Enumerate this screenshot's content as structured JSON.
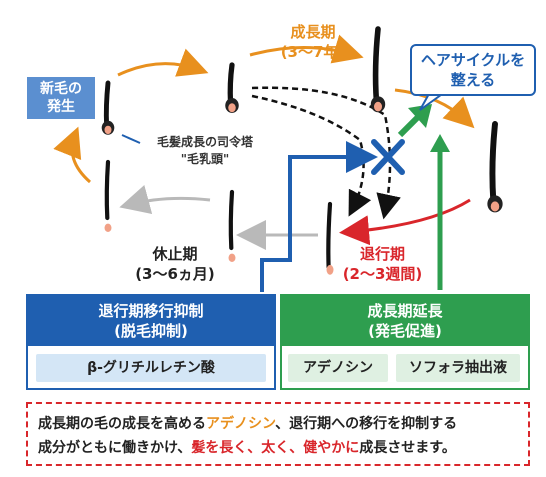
{
  "cycle": {
    "growth_phase": "成長期",
    "growth_duration": "(3〜7年)",
    "regression_phase": "退行期",
    "regression_duration": "(2〜3週間)",
    "rest_phase": "休止期",
    "rest_duration": "(3〜6ヵ月)",
    "new_hair_line1": "新毛の",
    "new_hair_line2": "発生",
    "papilla_line1": "毛髪成長の司令塔",
    "papilla_line2": "\"毛乳頭\"",
    "bubble_line1": "ヘアサイクルを",
    "bubble_line2": "整える"
  },
  "panels": {
    "left": {
      "title_line1": "退行期移行抑制",
      "title_line2": "(脱毛抑制)",
      "chip": "β-グリチルレチン酸"
    },
    "right": {
      "title_line1": "成長期延長",
      "title_line2": "(発毛促進)",
      "chip1": "アデノシン",
      "chip2": "ソフォラ抽出液"
    }
  },
  "note": {
    "p1": "成長期の毛の成長を高める",
    "p2": "アデノシン",
    "p3": "、退行期への移行を抑制する",
    "p4": "成分がともに働きかけ、",
    "p5": "髪を長く、太く、健やかに",
    "p6": "成長させます。"
  },
  "colors": {
    "orange": "#e8901e",
    "red": "#d9262b",
    "blue": "#1f5fb0",
    "green": "#2e9e4f",
    "gray": "#b9b9b9",
    "chip_blue": "#d4e6f6",
    "chip_green": "#dff0e2"
  }
}
